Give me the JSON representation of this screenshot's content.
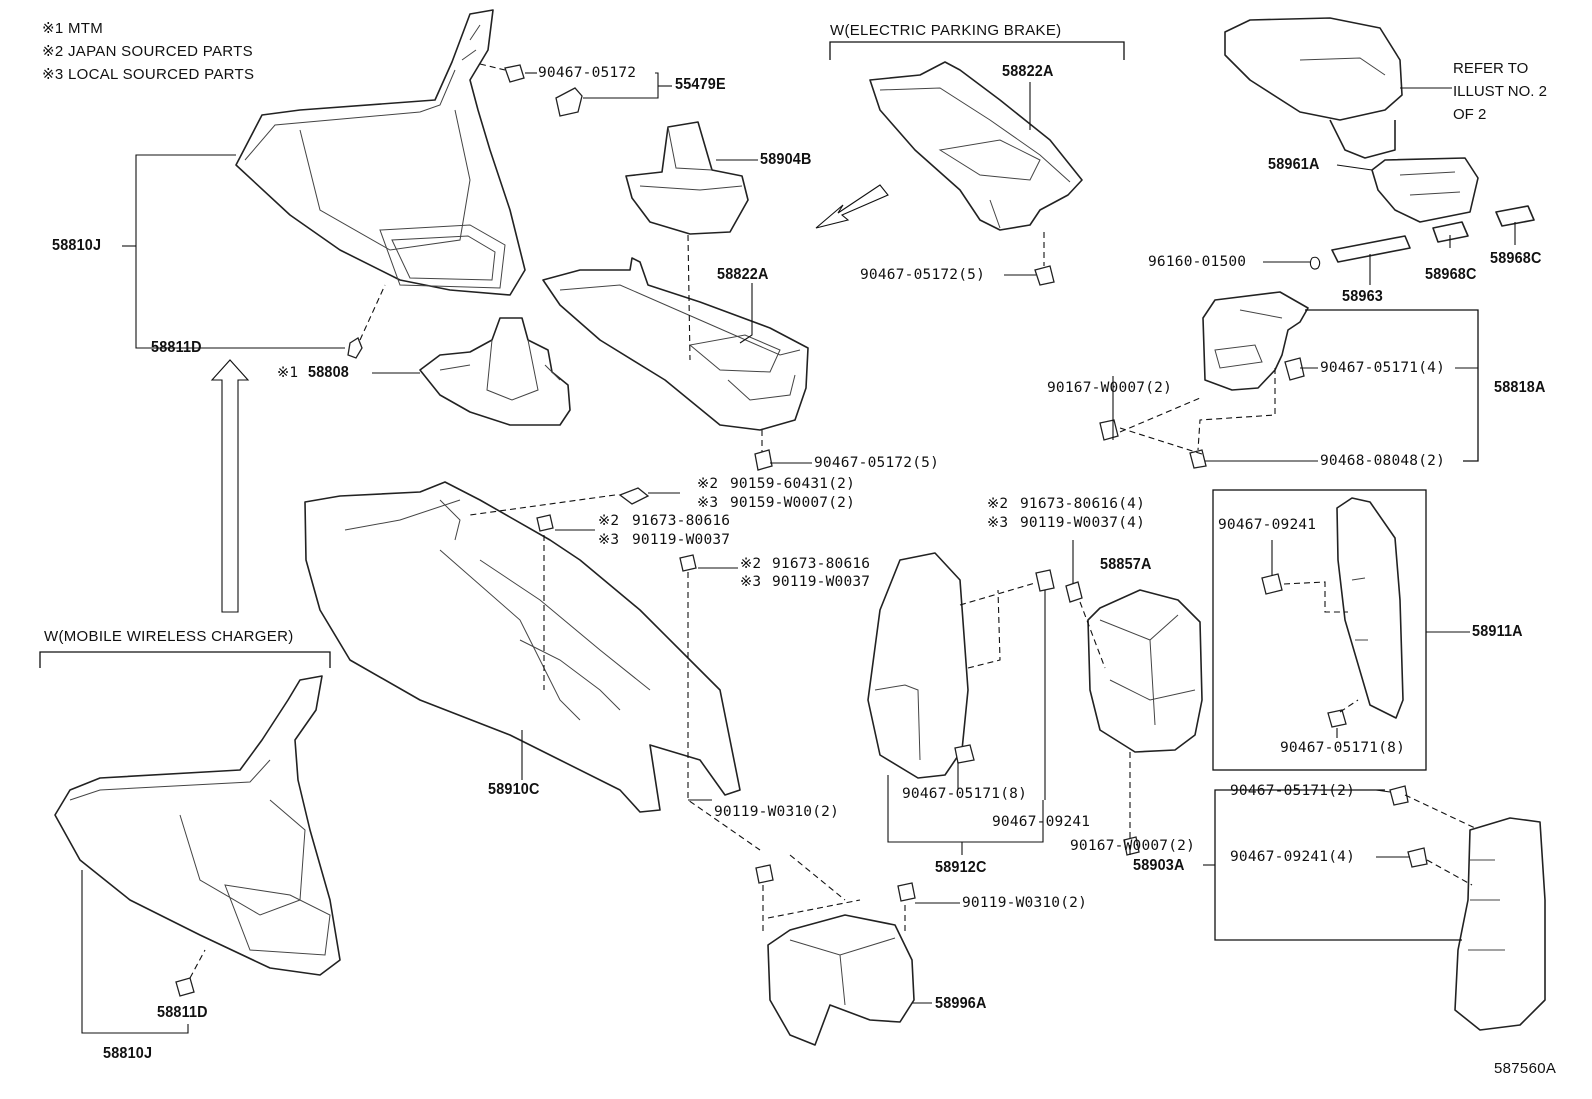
{
  "notes": [
    {
      "mark": "※1",
      "text": "MTM"
    },
    {
      "mark": "※2",
      "text": "JAPAN SOURCED PARTS"
    },
    {
      "mark": "※3",
      "text": "LOCAL SOURCED PARTS"
    }
  ],
  "groups": {
    "electric_parking_brake": "W(ELECTRIC PARKING BRAKE)",
    "mobile_wireless_charger": "W(MOBILE WIRELESS CHARGER)"
  },
  "reference": "REFER TO ILLUST NO. 2 OF 2",
  "diagram_code": "587560A",
  "labels": {
    "p55479E": "55479E",
    "p90467_05172_a": "90467-05172",
    "p58810J_a": "58810J",
    "p58811D_a": "58811D",
    "p58808": "58808",
    "p58808_mark": "※1",
    "p58904B": "58904B",
    "p58822A_a": "58822A",
    "p58822A_b": "58822A",
    "p90467_05172_5a": "90467-05172(5)",
    "p90467_05172_5b": "90467-05172(5)",
    "p58961A": "58961A",
    "p96160_01500": "96160-01500",
    "p58963": "58963",
    "p58968C_a": "58968C",
    "p58968C_b": "58968C",
    "p90167_W0007_2a": "90167-W0007(2)",
    "p90467_05171_4": "90467-05171(4)",
    "p58818A": "58818A",
    "p90468_08048_2": "90468-08048(2)",
    "p90159_60431_2": "90159-60431(2)",
    "p90159_W0007_2": "90159-W0007(2)",
    "p91673_80616_a": "91673-80616",
    "p90119_W0037_a": "90119-W0037",
    "p91673_80616_b": "91673-80616",
    "p90119_W0037_b": "90119-W0037",
    "p91673_80616_4": "91673-80616(4)",
    "p90119_W0037_4": "90119-W0037(4)",
    "p58857A": "58857A",
    "p90467_09241_a": "90467-09241",
    "p58911A": "58911A",
    "p90467_05171_8a": "90467-05171(8)",
    "p58910C": "58910C",
    "p90467_05171_8b": "90467-05171(8)",
    "p90467_09241_b": "90467-09241",
    "p90119_W0310_2a": "90119-W0310(2)",
    "p58912C": "58912C",
    "p90467_05171_2": "90467-05171(2)",
    "p90167_W0007_2b": "90167-W0007(2)",
    "p58903A": "58903A",
    "p90467_09241_4": "90467-09241(4)",
    "p90119_W0310_2b": "90119-W0310(2)",
    "p58996A": "58996A",
    "p58811D_b": "58811D",
    "p58810J_b": "58810J"
  },
  "marks": {
    "m2": "※2",
    "m3": "※3"
  }
}
